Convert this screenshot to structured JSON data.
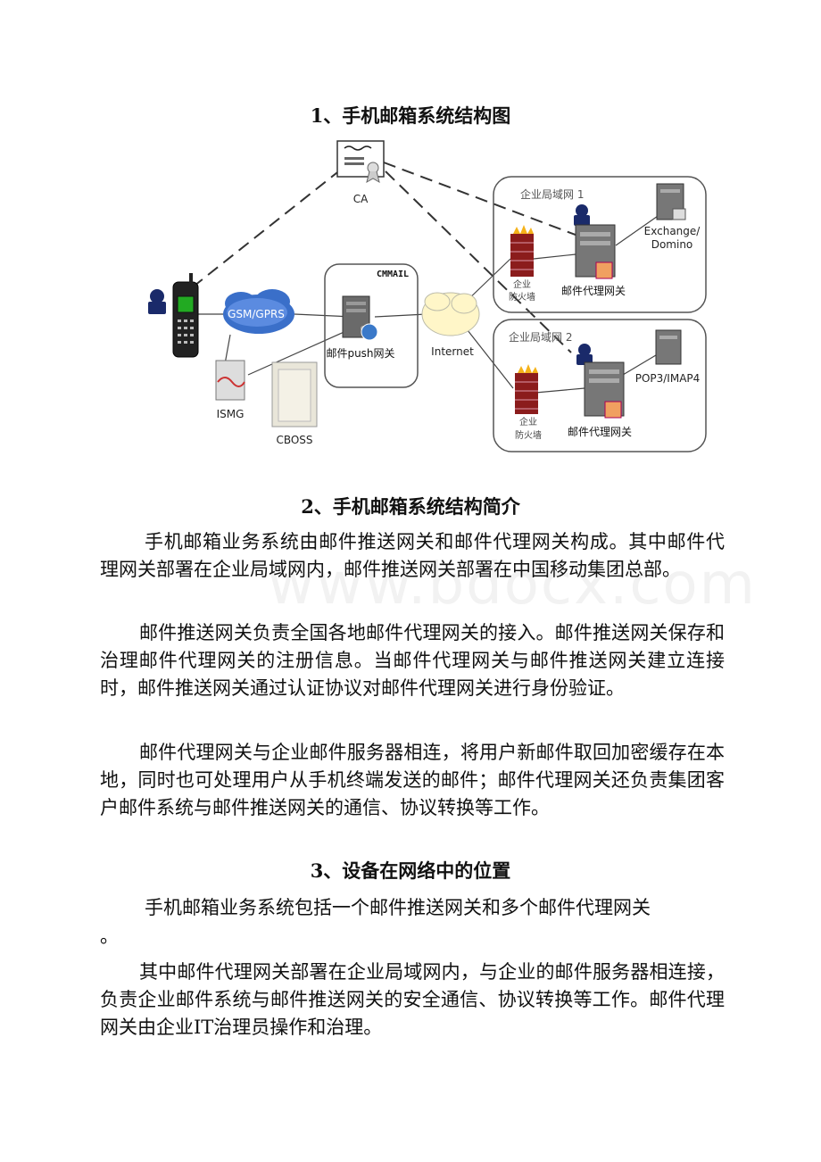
{
  "headings": {
    "h1": "1、手机邮箱系统结构图",
    "h2": "2、手机邮箱系统结构简介",
    "h3": "3、设备在网络中的位置"
  },
  "diagram": {
    "ca": "CA",
    "lan1": "企业局域网 1",
    "lan2": "企业局域网 2",
    "cmmail": "CMMAIL",
    "gsm": "GSM/GPRS",
    "push_gateway": "邮件push网关",
    "internet": "Internet",
    "ismg": "ISMG",
    "cboss": "CBOSS",
    "exchange_line1": "Exchange/",
    "exchange_line2": "Domino",
    "pop3": "POP3/IMAP4",
    "firewall_line1": "企业",
    "firewall_line2": "防火墙",
    "proxy_gateway": "邮件代理网关"
  },
  "paragraphs": {
    "p1": "手机邮箱业务系统由邮件推送网关和邮件代理网关构成。其中邮件代理网关部署在企业局域网内，邮件推送网关部署在中国移动集团总部。",
    "p2": "邮件推送网关负责全国各地邮件代理网关的接入。邮件推送网关保存和治理邮件代理网关的注册信息。当邮件代理网关与邮件推送网关建立连接时，邮件推送网关通过认证协议对邮件代理网关进行身份验证。",
    "p3": "邮件代理网关与企业邮件服务器相连，将用户新邮件取回加密缓存在本地，同时也可处理用户从手机终端发送的邮件；邮件代理网关还负责集团客户邮件系统与邮件推送网关的通信、协议转换等工作。",
    "p4": "手机邮箱业务系统包括一个邮件推送网关和多个邮件代理网关",
    "p4b": "。",
    "p5": "其中邮件代理网关部署在企业局域网内，与企业的邮件服务器相连接，负责企业邮件系统与邮件推送网关的安全通信、协议转换等工作。邮件代理网关由企业IT治理员操作和治理。"
  },
  "watermark": "www.bdocx.com"
}
